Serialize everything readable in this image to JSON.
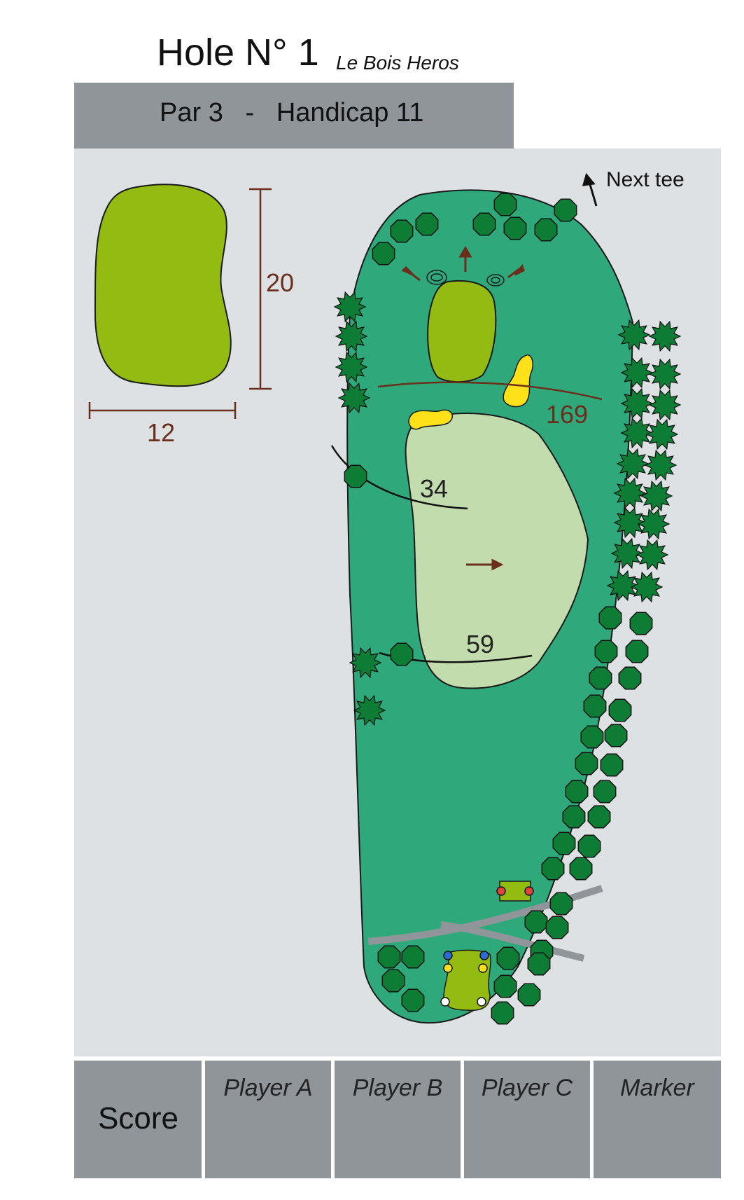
{
  "header": {
    "hole_title": "Hole N° 1",
    "course_name": "Le Bois Heros",
    "par_handicap": "Par 3   -   Handicap 11"
  },
  "green_detail": {
    "depth": "20",
    "width": "12"
  },
  "map": {
    "next_tee_label": "Next tee",
    "distance_hole": "169",
    "distance_front": "34",
    "distance_mid": "59"
  },
  "score_table": {
    "score_label": "Score",
    "columns": [
      "Player A",
      "Player B",
      "Player C",
      "Marker"
    ]
  },
  "colors": {
    "fairway": "#2fa97c",
    "rough": "#c2dcae",
    "green": "#93bb12",
    "bunker": "#ffe11a",
    "tree": "#0d7d35",
    "distance_text": "#6b2e1a",
    "panel_grey": "#8f9598",
    "map_bg": "#dde1e3"
  },
  "icons": {
    "tree_round": "round-tree-icon",
    "tree_star": "spiky-tree-icon",
    "mound": "mound-contour-icon",
    "arrow": "direction-arrow-icon"
  }
}
